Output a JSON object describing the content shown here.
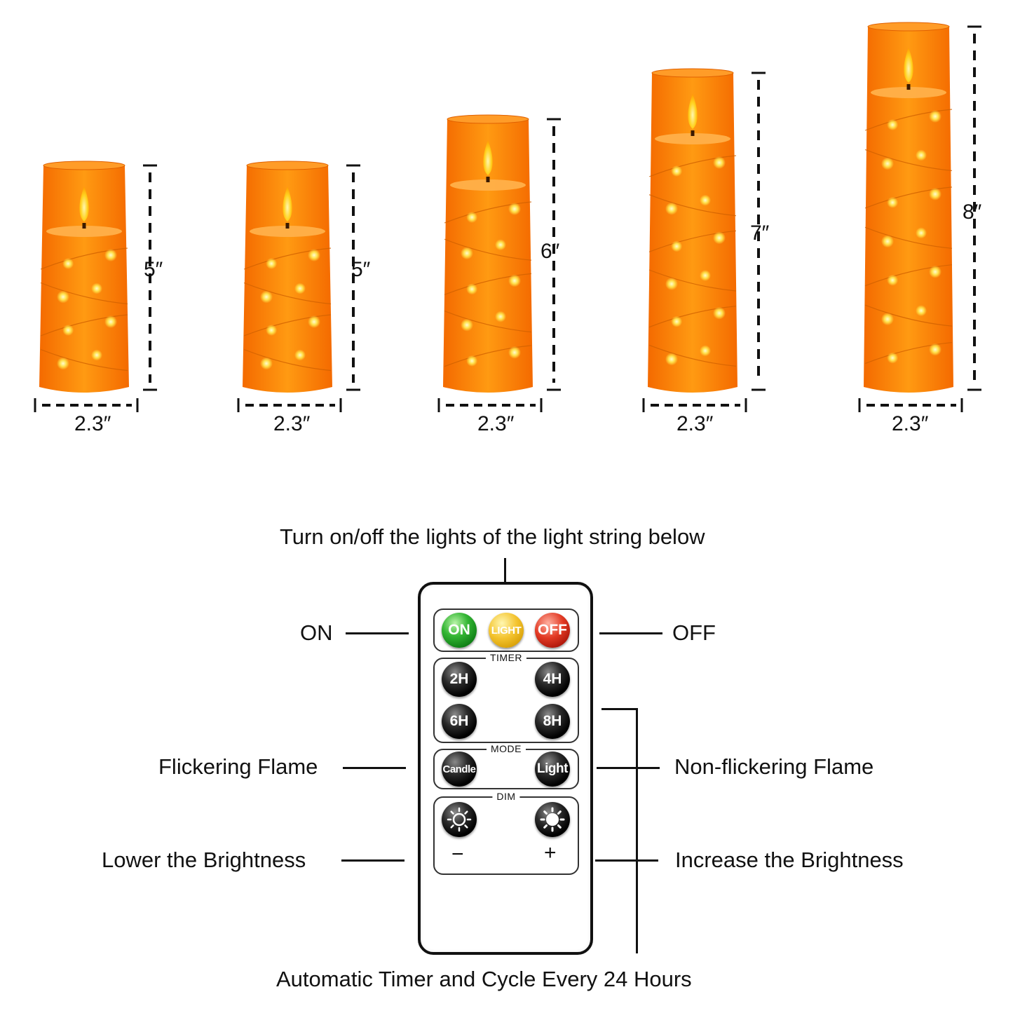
{
  "candles": [
    {
      "height_label": "5″",
      "width_label": "2.3″",
      "height_in": 5
    },
    {
      "height_label": "5″",
      "width_label": "2.3″",
      "height_in": 5
    },
    {
      "height_label": "6″",
      "width_label": "2.3″",
      "height_in": 6
    },
    {
      "height_label": "7″",
      "width_label": "2.3″",
      "height_in": 7
    },
    {
      "height_label": "8″",
      "width_label": "2.3″",
      "height_in": 8
    }
  ],
  "colors": {
    "candle_orange": "#ff8a00",
    "candle_dark": "#f26a00",
    "flame": "#ffd21f",
    "string_light": "#ffe04a"
  },
  "remote": {
    "top_buttons": {
      "on": "ON",
      "light": "LIGHT",
      "off": "OFF"
    },
    "timer": {
      "title": "TIMER",
      "buttons": [
        "2H",
        "4H",
        "6H",
        "8H"
      ]
    },
    "mode": {
      "title": "MODE",
      "candle": "Candle",
      "light": "Light"
    },
    "dim": {
      "title": "DIM",
      "minus": "−",
      "plus": "+"
    }
  },
  "captions": {
    "light_string": "Turn on/off the lights of the light string below",
    "on": "ON",
    "off": "OFF",
    "flickering": "Flickering Flame",
    "non_flickering": "Non-flickering Flame",
    "lower": "Lower the Brightness",
    "increase": "Increase the Brightness",
    "timer": "Automatic Timer and Cycle Every 24 Hours"
  }
}
